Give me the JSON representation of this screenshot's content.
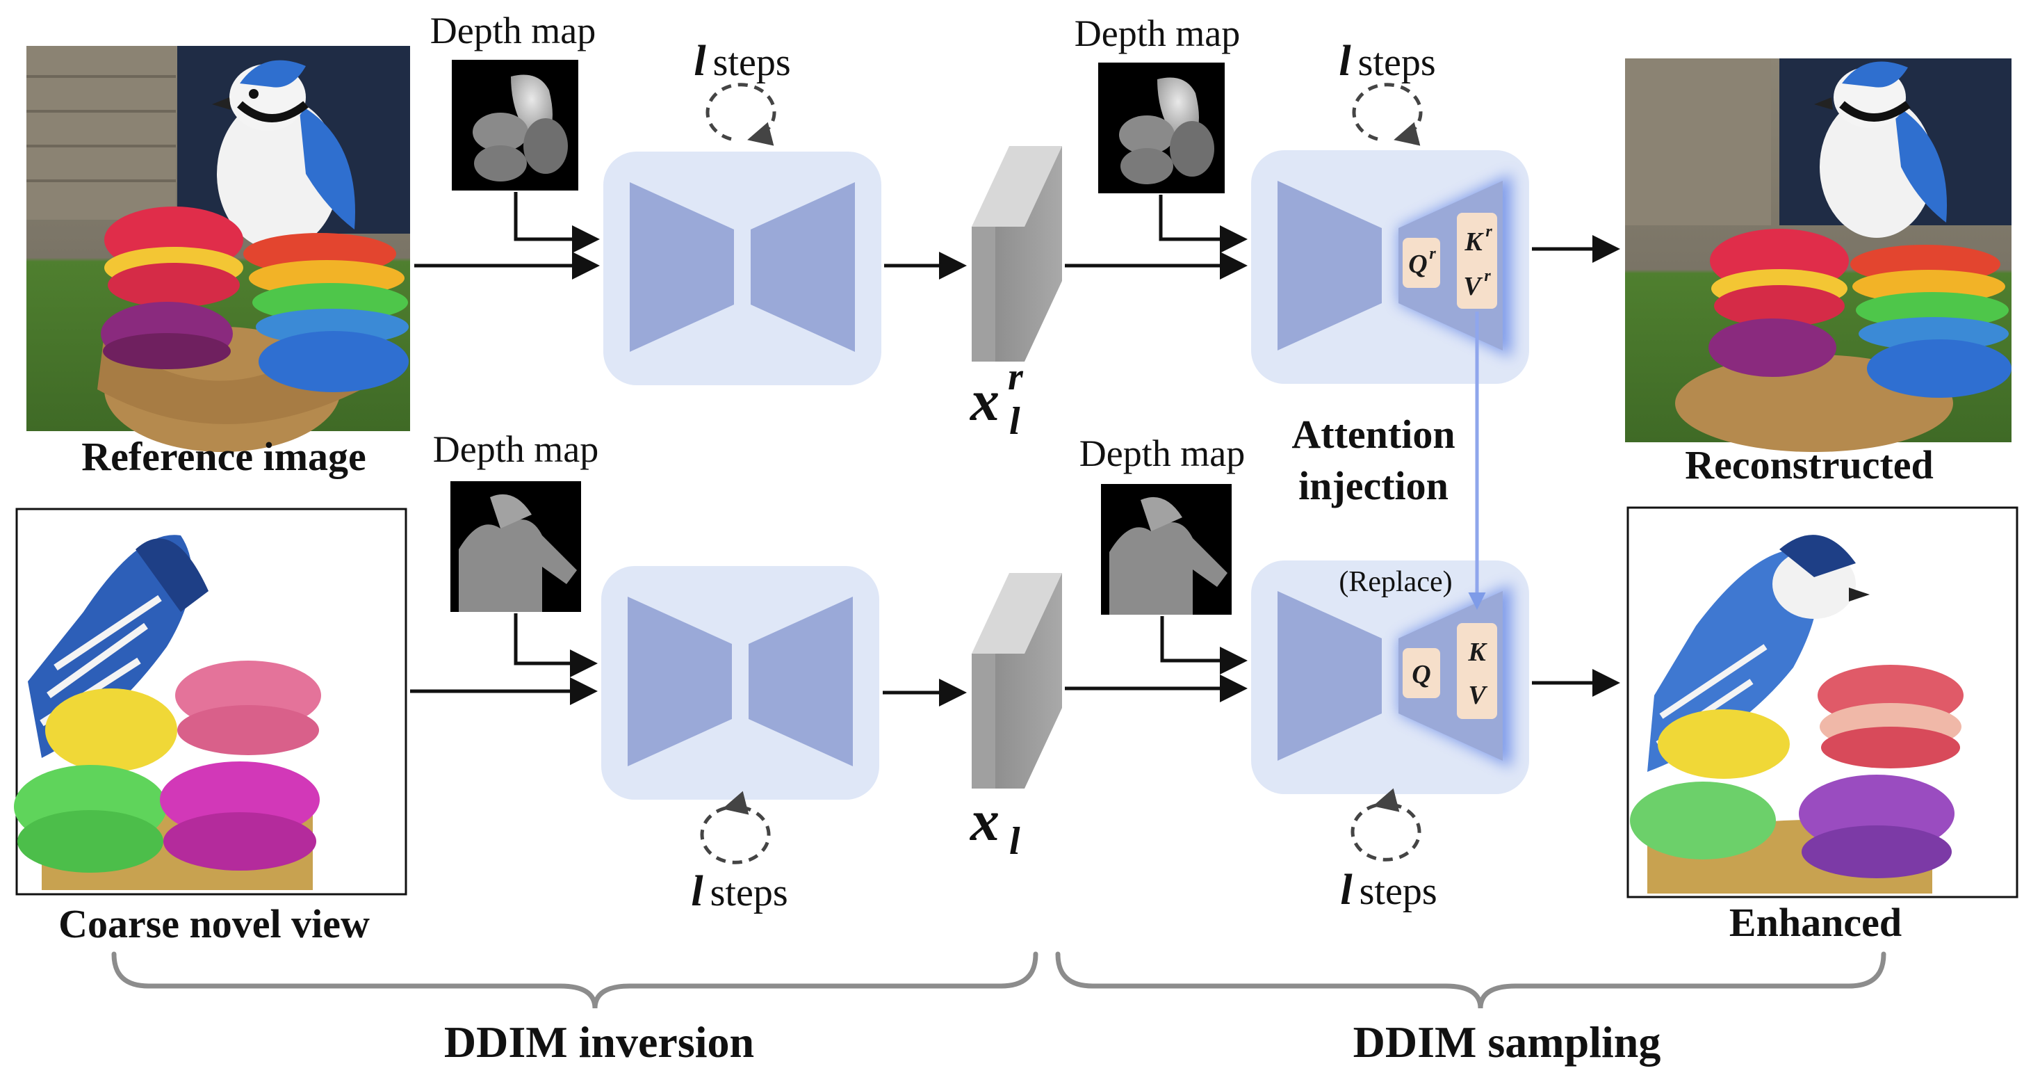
{
  "labels": {
    "reference_image": "Reference image",
    "coarse_novel_view": "Coarse novel view",
    "reconstructed": "Reconstructed",
    "enhanced": "Enhanced",
    "depth_map": "Depth map",
    "steps_symbol": "l",
    "steps_word": "steps",
    "latent_ref_base": "x",
    "latent_ref_sup": "r",
    "latent_ref_sub": "l",
    "latent_base": "x",
    "latent_sub": "l",
    "attention_line1": "Attention",
    "attention_line2": "injection",
    "replace": "(Replace)",
    "q_ref": "Q",
    "k_ref": "K",
    "v_ref": "V",
    "ref_sup": "r",
    "q": "Q",
    "k": "K",
    "v": "V",
    "ddim_inversion": "DDIM inversion",
    "ddim_sampling": "DDIM sampling"
  },
  "colors": {
    "unet_panel": "#dfe7f7",
    "unet_wing": "#9aa9d8",
    "attn_box": "#f6dfca",
    "glow": "#6f8fe8",
    "latent_gray": "#9c9c9c",
    "brace": "#8c8c8c"
  }
}
